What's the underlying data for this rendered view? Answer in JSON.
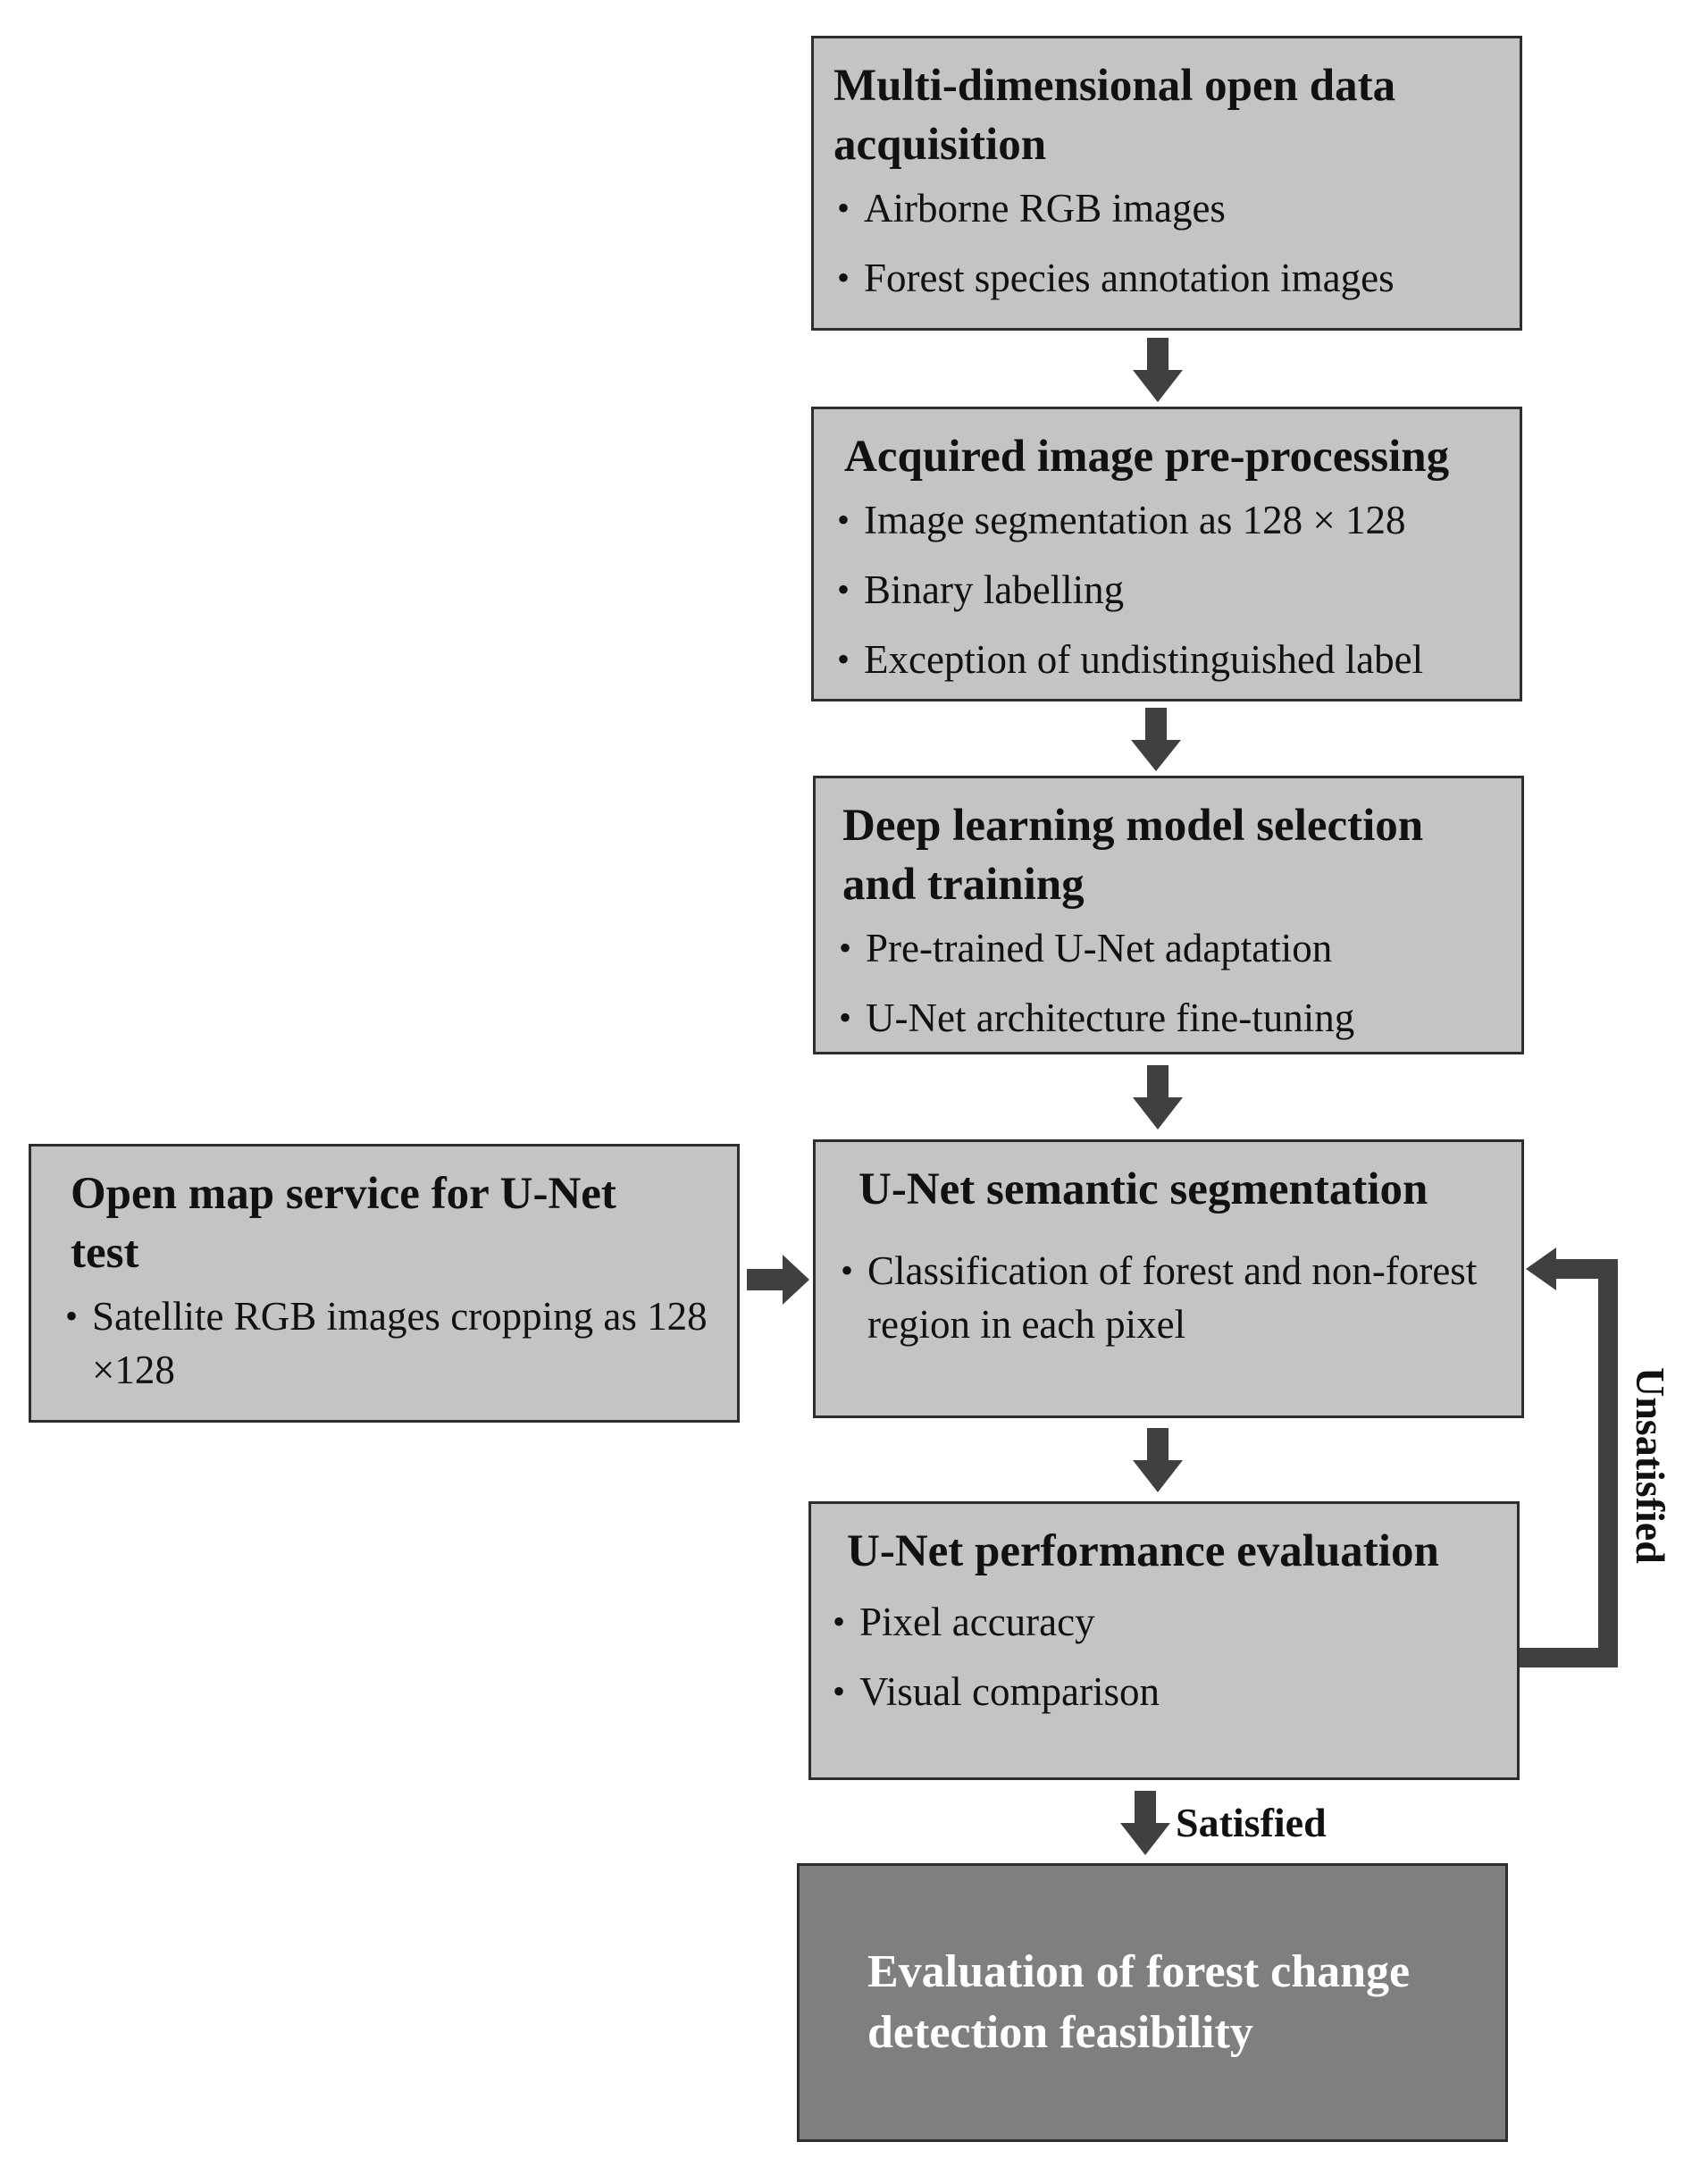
{
  "boxes": {
    "acquisition": {
      "title": "Multi-dimensional open data acquisition",
      "items": [
        "Airborne RGB images",
        "Forest species annotation images"
      ]
    },
    "preprocessing": {
      "title": "Acquired image pre-processing",
      "items": [
        "Image segmentation as 128 × 128",
        "Binary labelling",
        "Exception of undistinguished label"
      ]
    },
    "model": {
      "title": "Deep learning model selection and training",
      "items": [
        "Pre-trained U-Net adaptation",
        "U-Net architecture fine-tuning"
      ]
    },
    "open_map": {
      "title": "Open map service for U-Net test",
      "items": [
        "Satellite RGB images cropping as 128 ×128"
      ]
    },
    "segmentation": {
      "title": "U-Net semantic segmentation",
      "items": [
        "Classification of forest and non-forest region in each pixel"
      ]
    },
    "evaluation": {
      "title": "U-Net performance evaluation",
      "items": [
        "Pixel accuracy",
        "Visual comparison"
      ]
    },
    "final": {
      "title": "Evaluation of forest change detection feasibility"
    }
  },
  "labels": {
    "satisfied": "Satisfied",
    "unsatisfied": "Unsatisfied"
  },
  "colors": {
    "box_fill": "#c4c4c4",
    "final_fill": "#7f7f7f",
    "arrow": "#404040"
  },
  "bullet_glyph": "•"
}
